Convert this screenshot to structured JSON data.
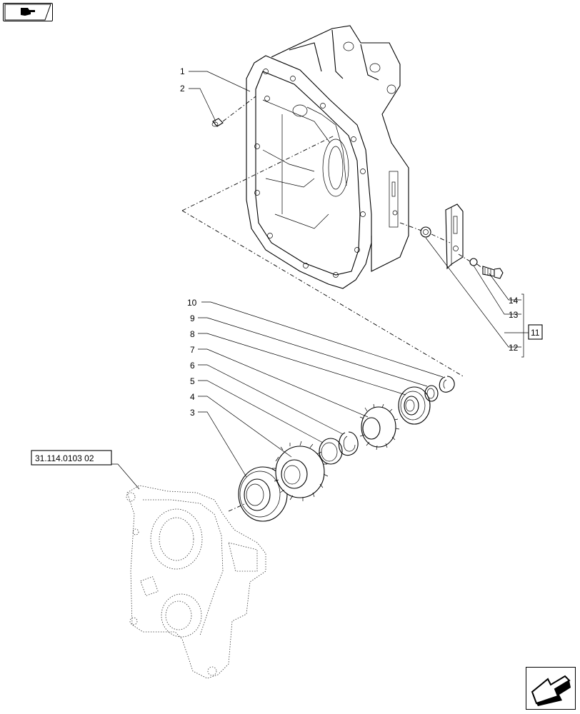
{
  "nav": {
    "back_icon": "hand-pointing-icon",
    "next_icon": "arrow-page-icon"
  },
  "reference": {
    "label": "31.114.0103 02"
  },
  "group_label": "11",
  "callouts": [
    {
      "id": "1",
      "text": "1"
    },
    {
      "id": "2",
      "text": "2"
    },
    {
      "id": "3",
      "text": "3"
    },
    {
      "id": "4",
      "text": "4"
    },
    {
      "id": "5",
      "text": "5"
    },
    {
      "id": "6",
      "text": "6"
    },
    {
      "id": "7",
      "text": "7"
    },
    {
      "id": "8",
      "text": "8"
    },
    {
      "id": "9",
      "text": "9"
    },
    {
      "id": "10",
      "text": "10"
    },
    {
      "id": "12",
      "text": "12"
    },
    {
      "id": "13",
      "text": "13"
    },
    {
      "id": "14",
      "text": "14"
    }
  ]
}
